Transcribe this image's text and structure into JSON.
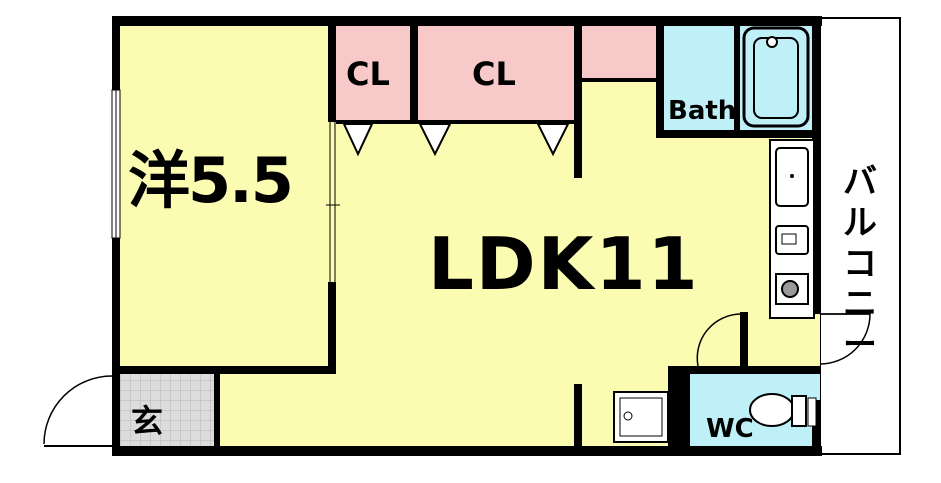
{
  "rooms": {
    "western_room": "洋5.5",
    "ldk": "LDK11",
    "closet_1": "CL",
    "closet_2": "CL",
    "bath": "Bath",
    "wc": "WC",
    "entrance": "玄",
    "balcony": "バルコニー"
  },
  "colors": {
    "room_fill": "#fbfbb1",
    "closet_fill": "#f8c9c9",
    "wet_area_fill": "#bff0f7",
    "entrance_fill": "#d9d9d9",
    "wall": "#000000",
    "balcony_fill": "#ffffff"
  }
}
